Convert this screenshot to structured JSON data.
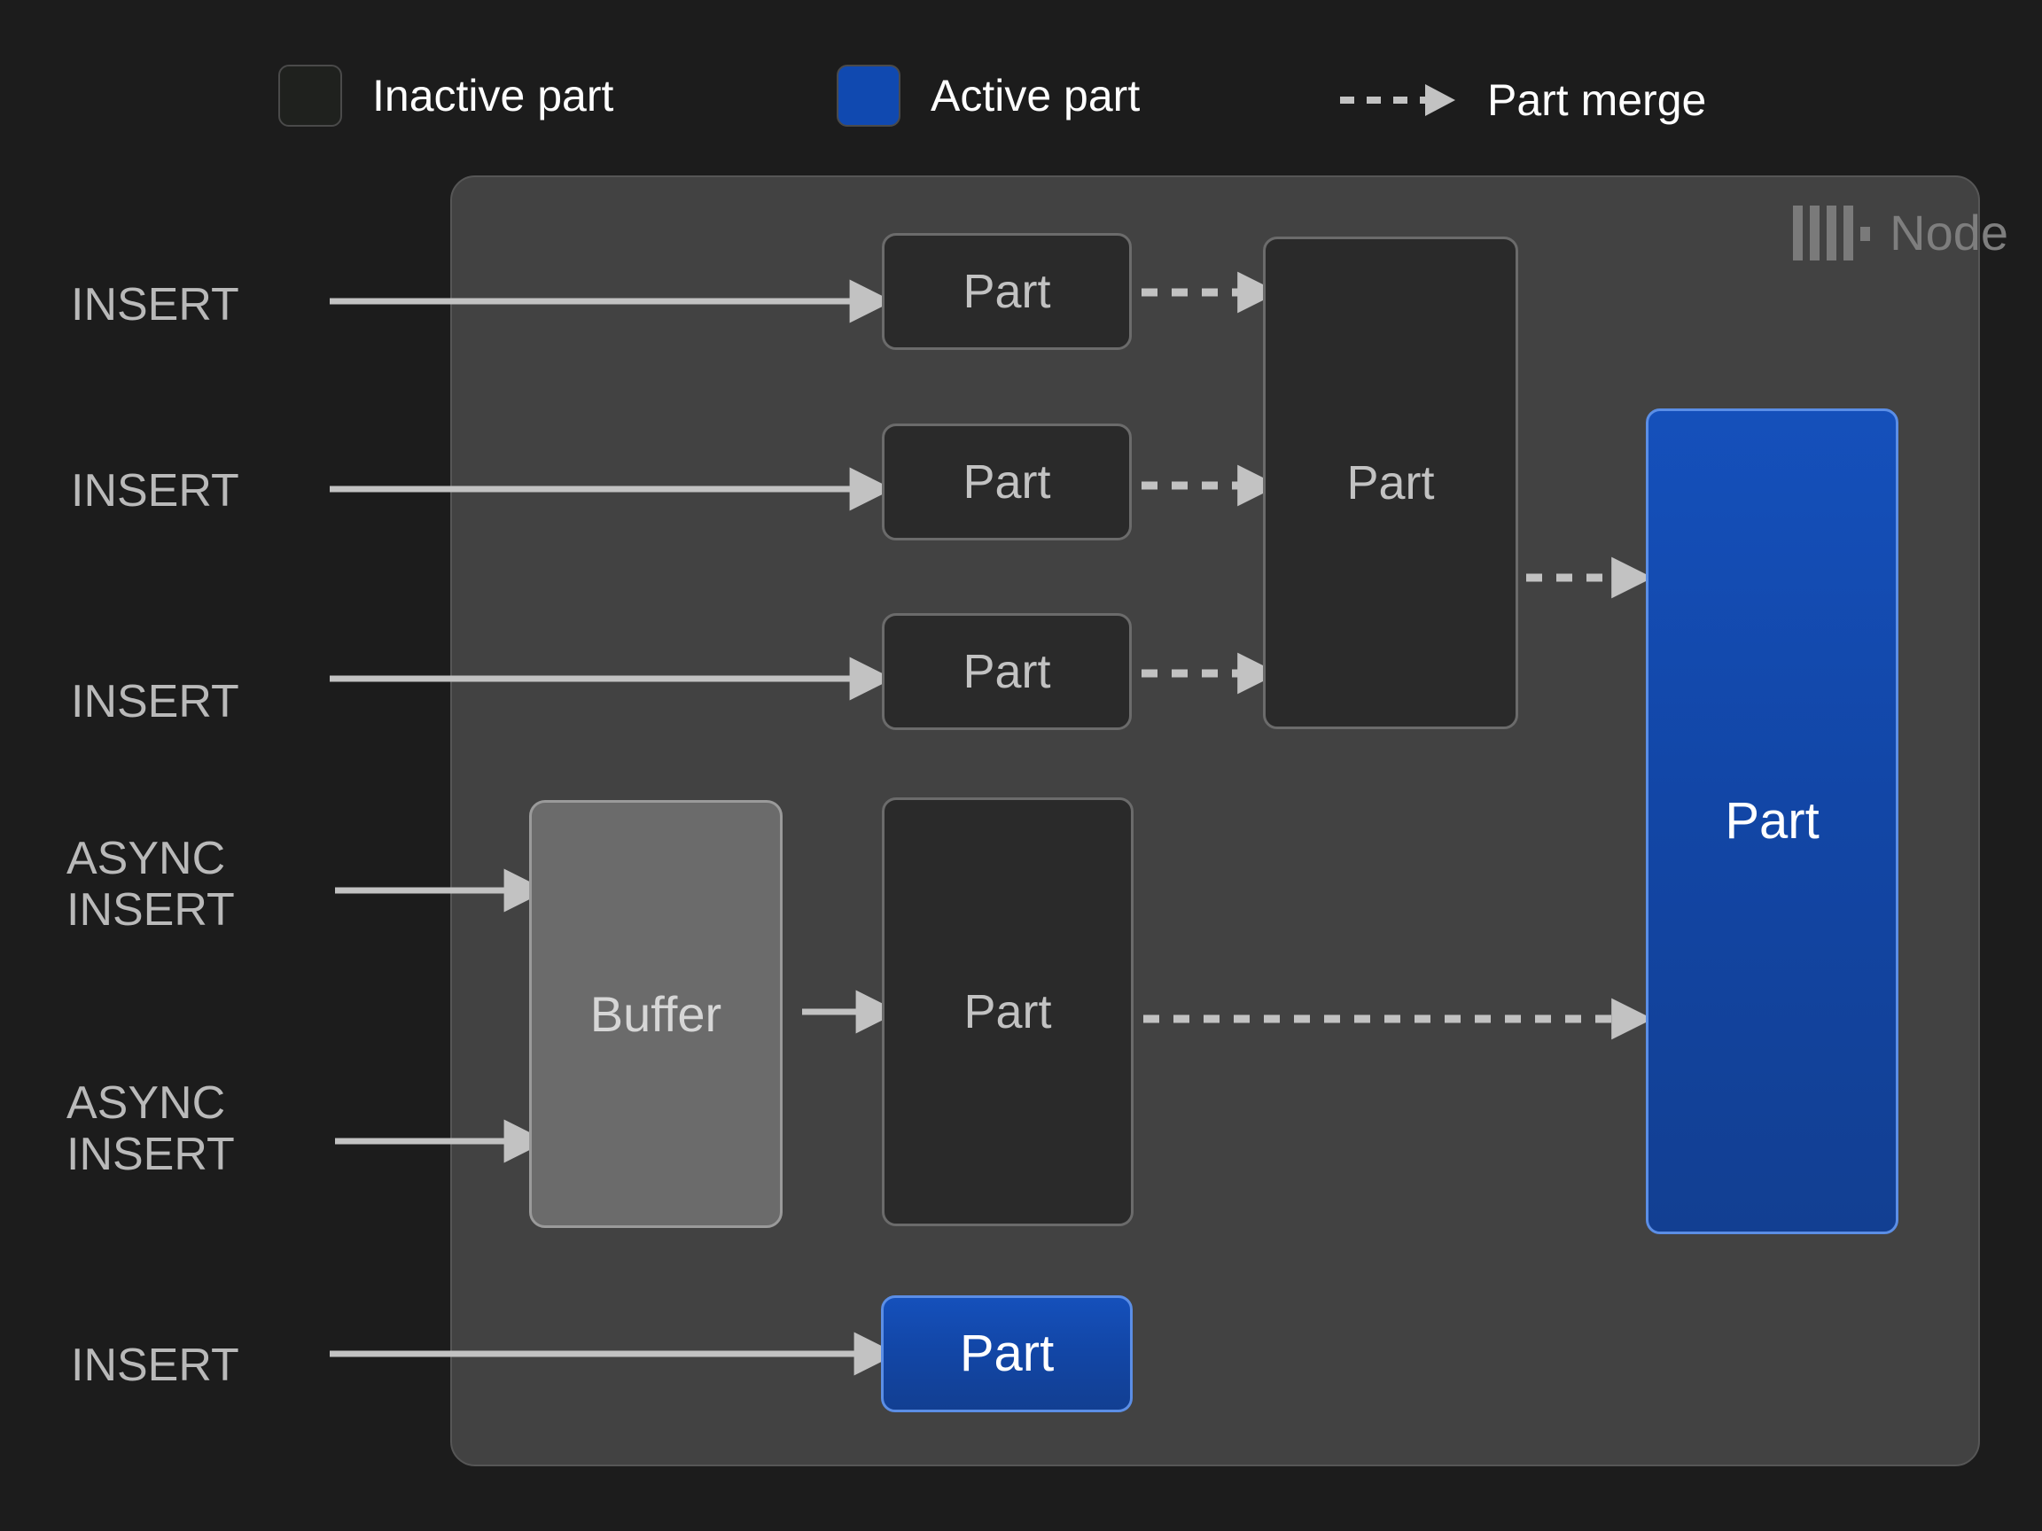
{
  "legend": {
    "items": [
      {
        "id": "inactive-part",
        "swatch": "inactive-part-swatch",
        "label": "Inactive part"
      },
      {
        "id": "active-part",
        "swatch": "active-part-swatch",
        "label": "Active part"
      },
      {
        "id": "part-merge",
        "swatch": "dashed-arrow-icon",
        "label": "Part merge"
      }
    ]
  },
  "node": {
    "label": "Node",
    "logo_icon": "clickhouse-bars-icon"
  },
  "sources": [
    {
      "id": "insert-1",
      "label": "INSERT"
    },
    {
      "id": "insert-2",
      "label": "INSERT"
    },
    {
      "id": "insert-3",
      "label": "INSERT"
    },
    {
      "id": "async-insert-1",
      "label": "ASYNC\nINSERT"
    },
    {
      "id": "async-insert-2",
      "label": "ASYNC\nINSERT"
    },
    {
      "id": "insert-4",
      "label": "INSERT"
    }
  ],
  "boxes": {
    "part_small_1": {
      "label": "Part",
      "state": "inactive"
    },
    "part_small_2": {
      "label": "Part",
      "state": "inactive"
    },
    "part_small_3": {
      "label": "Part",
      "state": "inactive"
    },
    "part_merged_1": {
      "label": "Part",
      "state": "inactive"
    },
    "buffer": {
      "label": "Buffer",
      "state": "buffer"
    },
    "part_async": {
      "label": "Part",
      "state": "inactive"
    },
    "part_final": {
      "label": "Part",
      "state": "active"
    },
    "part_direct": {
      "label": "Part",
      "state": "active"
    }
  },
  "colors": {
    "page_background": "#1c1c1c",
    "panel_background": "#424242",
    "panel_border": "#565656",
    "inactive_part_fill": "#2a2a2a",
    "inactive_part_border": "#6b6b6b",
    "active_part_fill": "#1246a6",
    "active_part_border": "#5b8ee6",
    "buffer_fill": "#6b6b6b",
    "buffer_border": "#9a9a9a",
    "arrow": "#c2c2c2",
    "label_text": "#b9b9b9",
    "legend_text": "#ffffff",
    "node_text": "#7e7e7e"
  }
}
